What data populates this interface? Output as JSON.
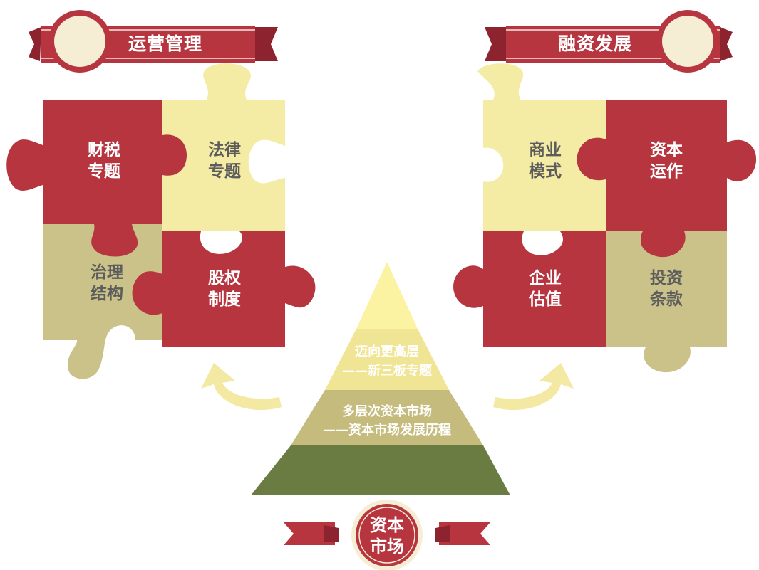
{
  "colors": {
    "red": "#b6353f",
    "dark_red": "#8e2330",
    "pale_yellow": "#f4eba4",
    "khaki": "#cbc28a",
    "pyramid_top": "#fbf2a2",
    "pyramid_mid1": "#f0e595",
    "pyramid_mid2": "#c4bb7d",
    "pyramid_base": "#6a7c42",
    "arrow": "#f3e9a3",
    "text_white": "#ffffff",
    "text_dark": "#5c5c5c",
    "pale_circle": "#f5edd4"
  },
  "banners": {
    "left": {
      "label": "运营管理"
    },
    "right": {
      "label": "融资发展"
    }
  },
  "left_puzzle": {
    "top_left": {
      "line1": "财税",
      "line2": "专题"
    },
    "top_right": {
      "line1": "法律",
      "line2": "专题"
    },
    "bottom_left": {
      "line1": "治理",
      "line2": "结构"
    },
    "bottom_right": {
      "line1": "股权",
      "line2": "制度"
    }
  },
  "right_puzzle": {
    "top_left": {
      "line1": "商业",
      "line2": "模式"
    },
    "top_right": {
      "line1": "资本",
      "line2": "运作"
    },
    "bottom_left": {
      "line1": "企业",
      "line2": "估值"
    },
    "bottom_right": {
      "line1": "投资",
      "line2": "条款"
    }
  },
  "pyramid": {
    "level2": {
      "line1": "迈向更高层",
      "line2": "——新三板专题"
    },
    "level3": {
      "line1": "多层次资本市场",
      "line2": "——资本市场发展历程"
    }
  },
  "seal": {
    "line1": "资本",
    "line2": "市场"
  }
}
